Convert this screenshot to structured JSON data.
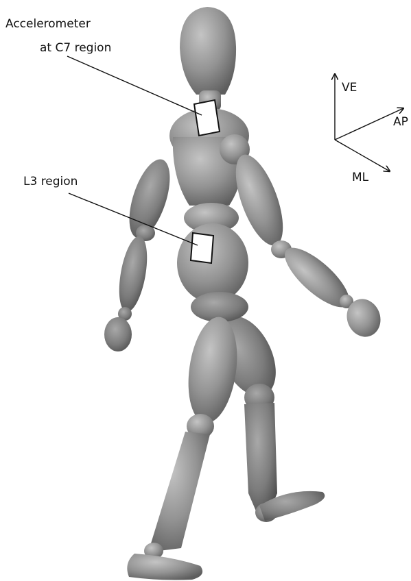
{
  "labels": {
    "accelerometer_line1": "Accelerometer",
    "accelerometer_line2": "at C7 region",
    "l3_region": "L3 region"
  },
  "axes": {
    "ve": "VE",
    "ap": "AP",
    "ml": "ML"
  },
  "colors": {
    "body_light": "#b9b9b9",
    "body_mid": "#8f8f8f",
    "body_dark": "#5a5a5a",
    "sensor_fill": "#ffffff",
    "ink": "#111111"
  }
}
